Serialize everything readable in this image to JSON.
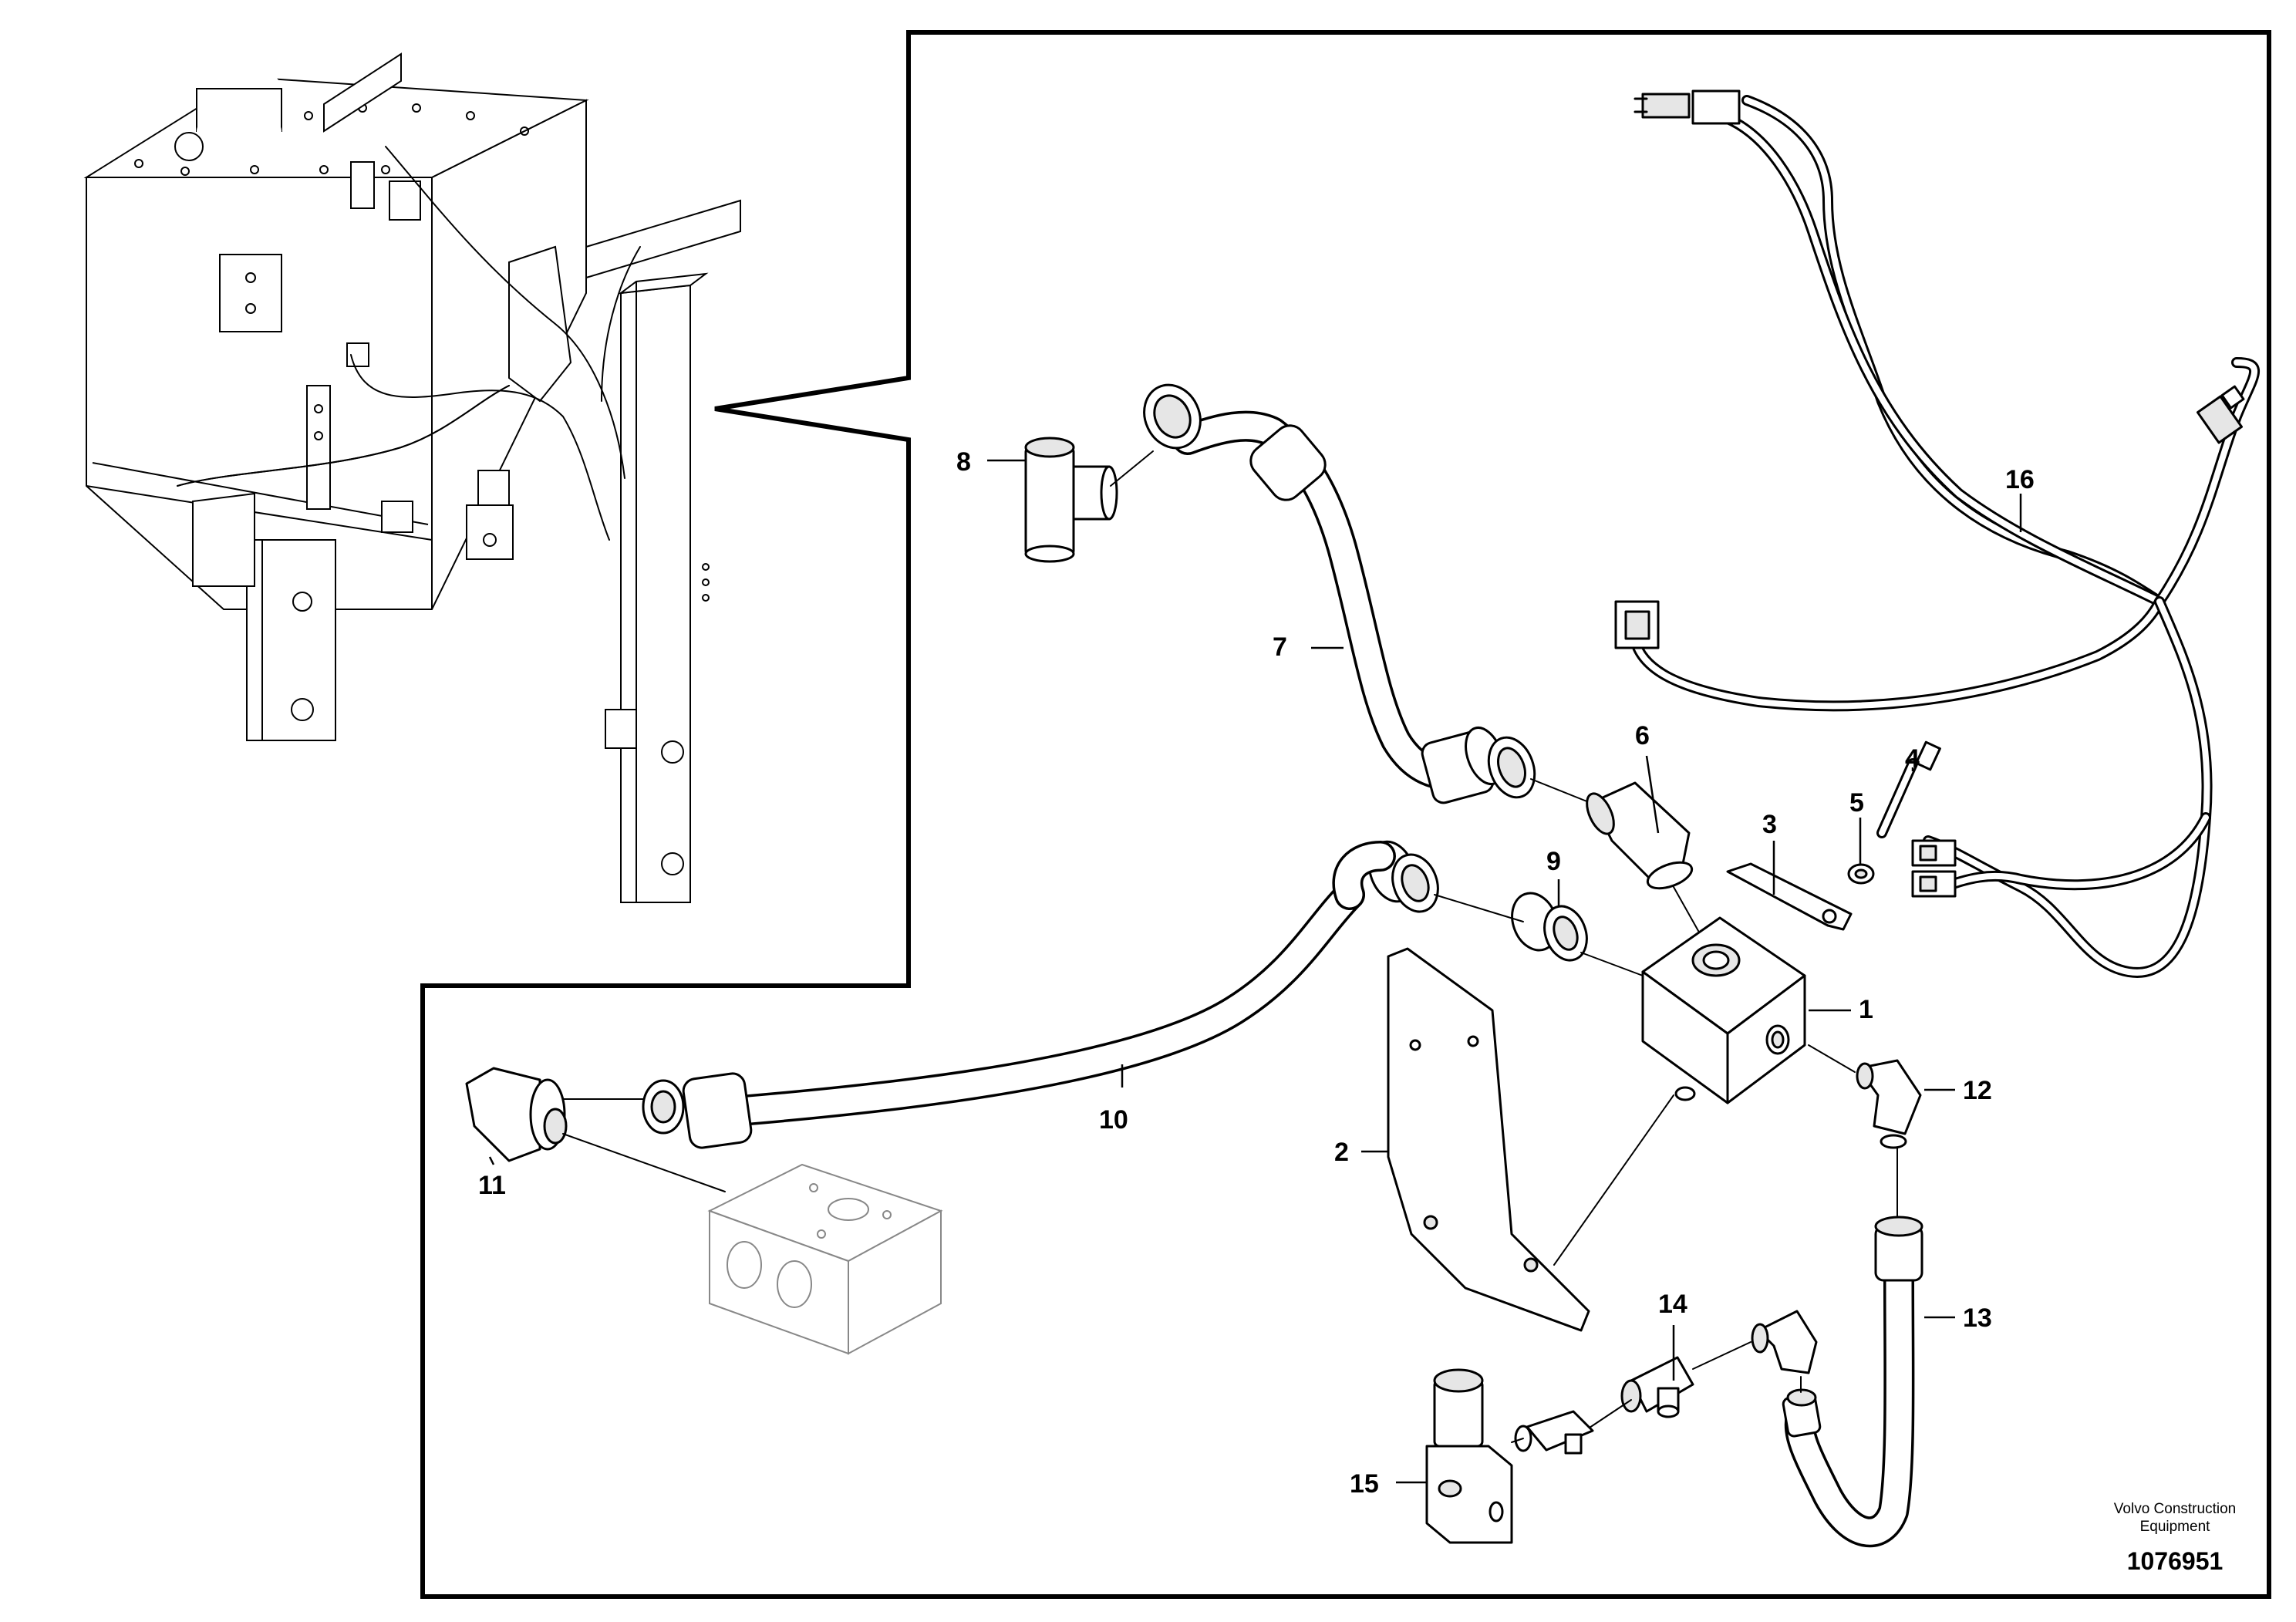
{
  "callouts": [
    {
      "id": "1",
      "label": "1"
    },
    {
      "id": "2",
      "label": "2"
    },
    {
      "id": "3",
      "label": "3"
    },
    {
      "id": "4",
      "label": "4"
    },
    {
      "id": "5",
      "label": "5"
    },
    {
      "id": "6",
      "label": "6"
    },
    {
      "id": "7",
      "label": "7"
    },
    {
      "id": "8",
      "label": "8"
    },
    {
      "id": "9",
      "label": "9"
    },
    {
      "id": "10",
      "label": "10"
    },
    {
      "id": "11",
      "label": "11"
    },
    {
      "id": "12",
      "label": "12"
    },
    {
      "id": "13",
      "label": "13"
    },
    {
      "id": "14",
      "label": "14"
    },
    {
      "id": "15",
      "label": "15"
    },
    {
      "id": "16",
      "label": "16"
    }
  ],
  "footer": {
    "brand_line1": "Volvo Construction",
    "brand_line2": "Equipment",
    "document_number": "1076951"
  }
}
